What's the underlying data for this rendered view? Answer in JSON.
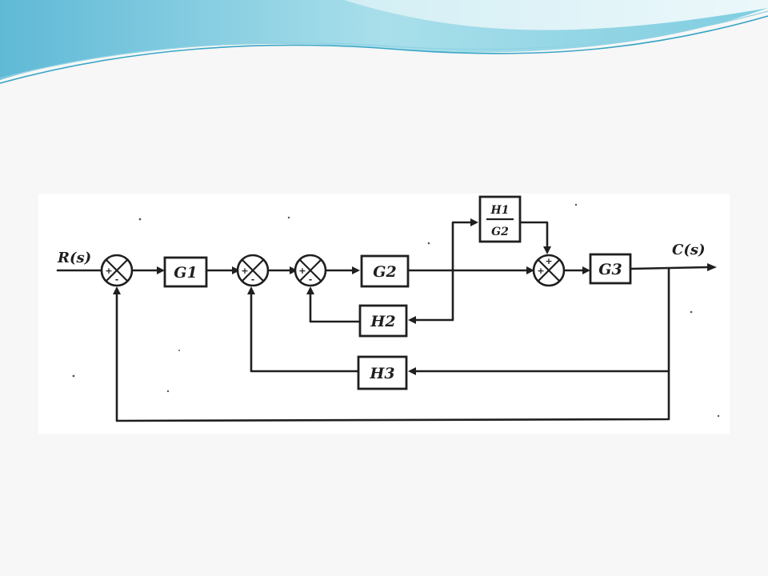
{
  "colors": {
    "background": "#f7f7f7",
    "wave_light": "#bde6ef",
    "wave_mid": "#7fcde0",
    "wave_dark": "#3aa6c6",
    "ink": "#1f1f1f"
  },
  "signals": {
    "input": "R(s)",
    "output": "C(s)"
  },
  "blocks": {
    "g1": "G1",
    "g2": "G2",
    "g3": "G3",
    "h2": "H2",
    "h3": "H3",
    "h1_over_g2": {
      "numerator": "H1",
      "denominator": "G2"
    }
  },
  "summing_junctions": [
    {
      "id": "s1",
      "signs": [
        "+",
        "-"
      ]
    },
    {
      "id": "s2",
      "signs": [
        "+",
        "-"
      ]
    },
    {
      "id": "s3",
      "signs": [
        "+",
        "-"
      ]
    },
    {
      "id": "s4",
      "signs": [
        "+",
        "+"
      ]
    }
  ]
}
